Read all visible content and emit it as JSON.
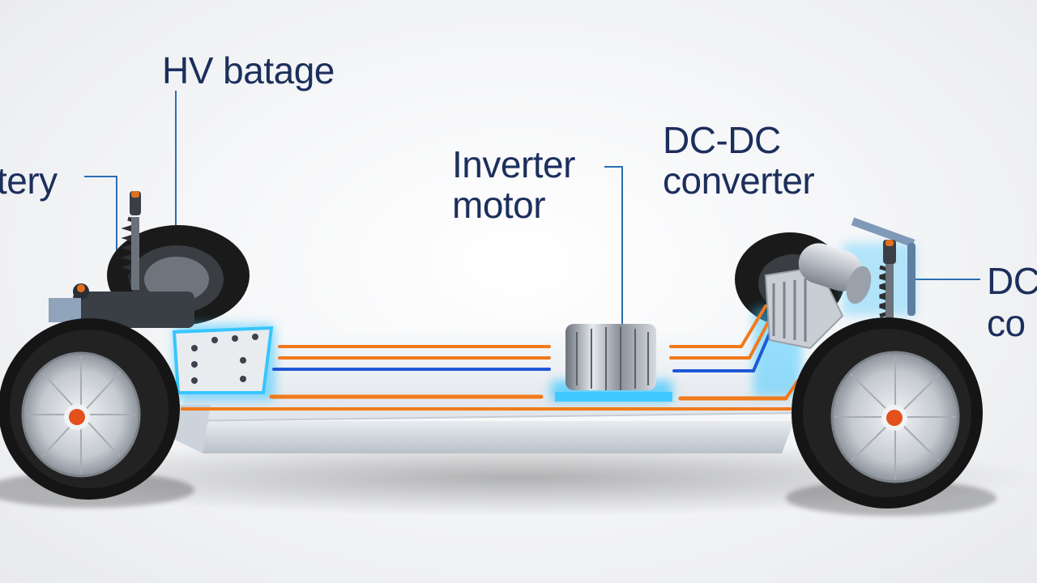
{
  "labels": {
    "hv_battery": "HV batage",
    "battery_partial": "tery",
    "inverter_line1": "Inverter",
    "inverter_line2": "motor",
    "dcdc_line1": "DC-DC",
    "dcdc_line2": "converter",
    "right_line1": "DC",
    "right_line2": "co"
  },
  "colors": {
    "label_text": "#1c2f5c",
    "leader_line": "#2a6fb3",
    "hv_cable": "#f07a1c",
    "lv_cable": "#1f57d6",
    "glow": "#37c6ff",
    "tire": "#151515",
    "rim": "#c9cdd2",
    "hub": "#e2501b",
    "platform": "#e6eaef"
  },
  "icons": {
    "wheel": "wheel-icon",
    "suspension": "coil-spring-icon",
    "motor": "motor-icon",
    "battery": "battery-pack-icon",
    "converter": "converter-icon"
  }
}
